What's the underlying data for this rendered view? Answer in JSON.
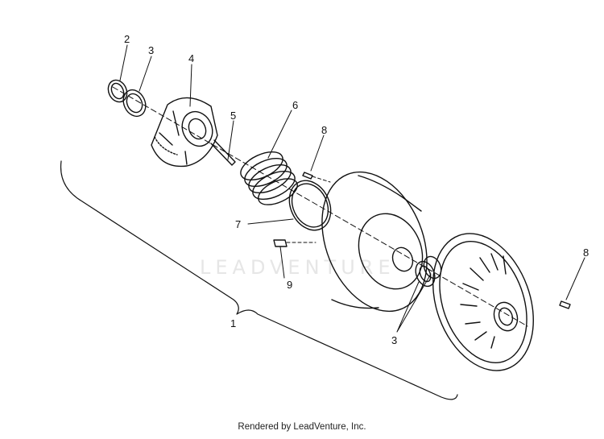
{
  "diagram": {
    "callouts": [
      {
        "id": "2",
        "label": "2"
      },
      {
        "id": "3a",
        "label": "3"
      },
      {
        "id": "4",
        "label": "4"
      },
      {
        "id": "5",
        "label": "5"
      },
      {
        "id": "6",
        "label": "6"
      },
      {
        "id": "8a",
        "label": "8"
      },
      {
        "id": "7",
        "label": "7"
      },
      {
        "id": "9",
        "label": "9"
      },
      {
        "id": "1",
        "label": "1"
      },
      {
        "id": "3b",
        "label": "3"
      },
      {
        "id": "8b",
        "label": "8"
      }
    ],
    "watermark": "LEADVENTURE",
    "footer": "Rendered by LeadVenture, Inc."
  }
}
